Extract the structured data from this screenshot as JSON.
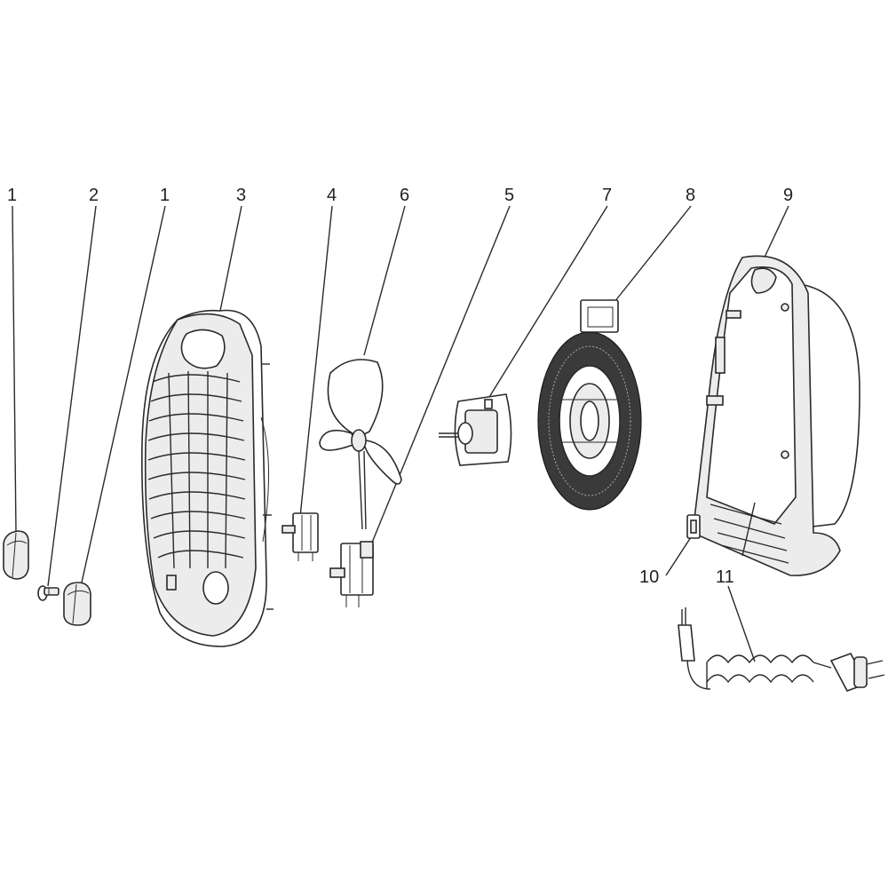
{
  "diagram": {
    "callouts": [
      {
        "id": "c1a",
        "text": "1"
      },
      {
        "id": "c2",
        "text": "2"
      },
      {
        "id": "c1b",
        "text": "1"
      },
      {
        "id": "c3",
        "text": "3"
      },
      {
        "id": "c4",
        "text": "4"
      },
      {
        "id": "c6",
        "text": "6"
      },
      {
        "id": "c5",
        "text": "5"
      },
      {
        "id": "c7",
        "text": "7"
      },
      {
        "id": "c8",
        "text": "8"
      },
      {
        "id": "c9",
        "text": "9"
      },
      {
        "id": "c10",
        "text": "10"
      },
      {
        "id": "c11",
        "text": "11"
      }
    ],
    "colors": {
      "line": "#2a2a2a",
      "fill": "#ececec",
      "dark": "#3a3a3a",
      "background": "#ffffff"
    }
  }
}
